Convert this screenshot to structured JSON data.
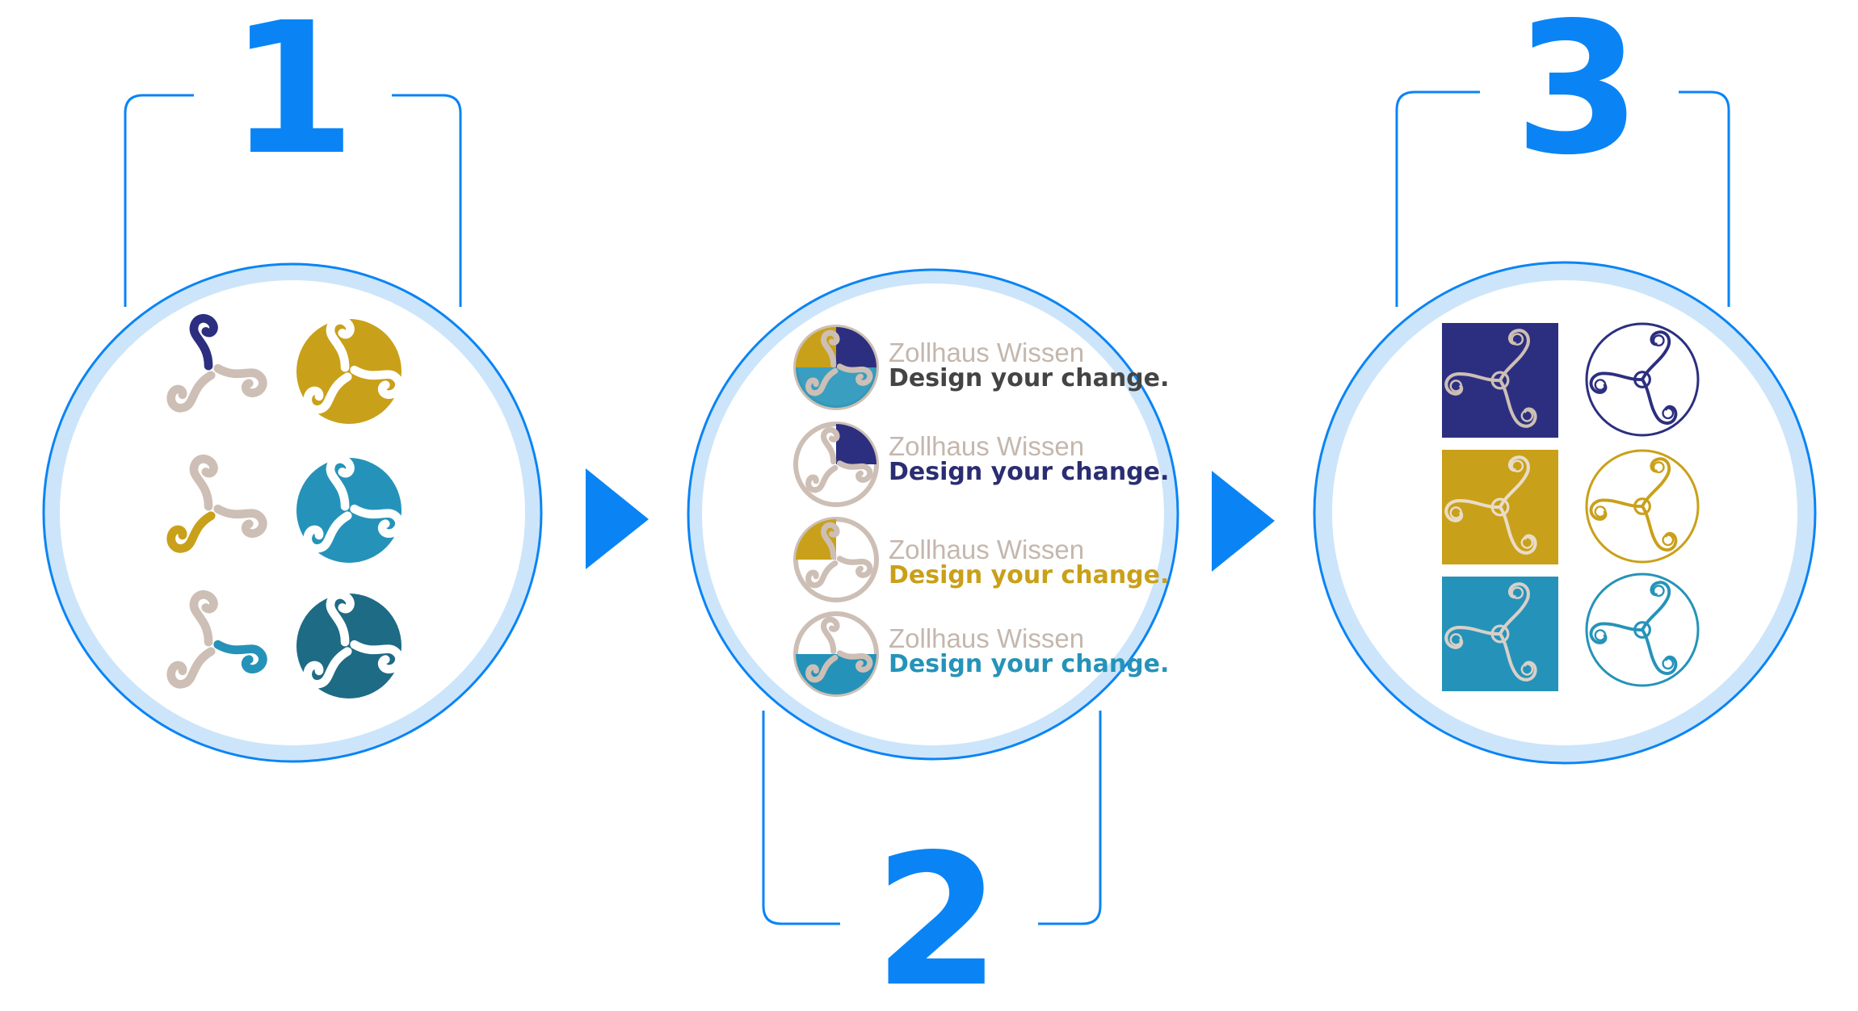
{
  "colors": {
    "accent": "#0a84f5",
    "ring": "#cce5fa",
    "navy": "#2c2f7f",
    "navy_dark": "#2b2d72",
    "gold": "#c9a019",
    "teal": "#2593b9",
    "teal_dark": "#1e6b85",
    "beige": "#cdbfb5",
    "gray_text": "#444444"
  },
  "steps": [
    {
      "number": "1"
    },
    {
      "number": "2",
      "rows": [
        {
          "brand": "Zollhaus Wissen",
          "slogan": "Design your change."
        },
        {
          "brand": "Zollhaus Wissen",
          "slogan": "Design your change."
        },
        {
          "brand": "Zollhaus Wissen",
          "slogan": "Design your change."
        },
        {
          "brand": "Zollhaus Wissen",
          "slogan": "Design your change."
        }
      ]
    },
    {
      "number": "3"
    }
  ]
}
